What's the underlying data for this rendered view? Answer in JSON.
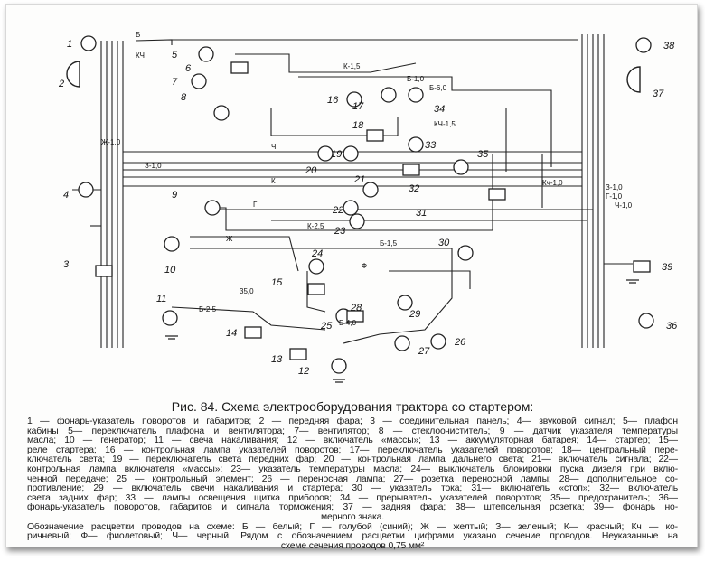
{
  "figure": {
    "title": "Рис. 84. Схема электрооборудования трактора со стартером:",
    "components": [
      "1",
      "2",
      "3",
      "4",
      "5",
      "6",
      "7",
      "8",
      "9",
      "10",
      "11",
      "12",
      "13",
      "14",
      "15",
      "16",
      "17",
      "18",
      "19",
      "20",
      "21",
      "22",
      "23",
      "24",
      "25",
      "26",
      "27",
      "28",
      "29",
      "30",
      "31",
      "32",
      "33",
      "34",
      "35",
      "36",
      "37",
      "38",
      "39"
    ],
    "wire_labels": [
      "Б",
      "КЧ",
      "Ж-1,0",
      "З-1,0",
      "Ч",
      "К",
      "Г",
      "К-1,5",
      "Б-1,0",
      "К-2,5",
      "Б-1,5",
      "Ж",
      "Ф",
      "Б-2,5",
      "35,0",
      "Б-4,0",
      "Ч-1,0",
      "З-1,0",
      "Г-1,0",
      "Кч-1,0",
      "КЧ-1,5",
      "Б-6,0"
    ],
    "legend_lines": [
      "1 — фонарь-указатель поворотов и габаритов; 2 — передняя фара; 3 — соединительная панель; 4— звуковой сигнал; 5— плафон",
      "кабины 5— переключатель плафона и вентилятора; 7— вентилятор; 8 — стеклоочиститель; 9 — датчик указателя температуры",
      "масла; 10 — генератор; 11 — свеча накаливания; 12 — включатель «массы»; 13 — аккумуляторная батарея; 14— стартер; 15—",
      "реле стартера; 16 — контрольная лампа указателей поворотов; 17— переключатель указателей поворотов; 18— центральный пере-",
      "ключатель света; 19 — переключатель света передних фар; 20 — контрольная лампа дальнего света; 21— включатель сигнала; 22—",
      "контрольная лампа включателя «массы»; 23— указатель температуры масла; 24— выключатель блокировки пуска дизеля при вклю-",
      "ченной передаче; 25 — контрольный элемент; 26 — переносная лампа; 27— розетка переносной лампы; 28— дополнительное со-",
      "противление; 29 — включатель свечи накаливания и стартера; 30 — указатель тока; 31— включатель «стоп»; 32— включатель",
      "света задних фар; 33 — лампы освещения щитка приборов; 34 — прерыватель указателей поворотов; 35— предохранитель; 36—",
      "фонарь-указатель поворотов, габаритов и сигнала торможения; 37 — задняя фара; 38— штепсельная розетка; 39— фонарь но-",
      "мерного знака.",
      "Обозначение расцветки проводов на схеме: Б — белый; Г — голубой (синий); Ж — желтый; З— зеленый; К— красный; Кч — ко-",
      "ричневый; Ф— фиолетовый; Ч— черный. Рядом с обозначением расцветки цифрами указано сечение проводов. Неуказанные на",
      "схеме сечения проводов 0,75 мм²"
    ]
  }
}
